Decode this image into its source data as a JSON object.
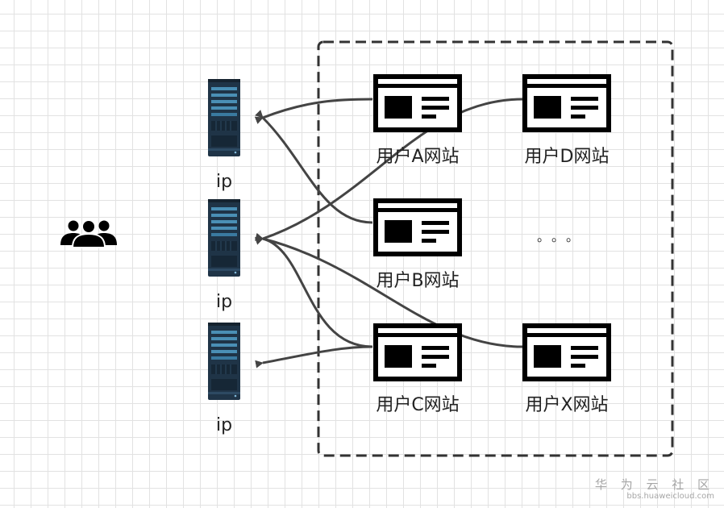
{
  "servers": [
    {
      "id": "s1",
      "label": "ip"
    },
    {
      "id": "s2",
      "label": "ip"
    },
    {
      "id": "s3",
      "label": "ip"
    }
  ],
  "sites": [
    {
      "id": "A",
      "label": "用户A网站"
    },
    {
      "id": "D",
      "label": "用户D网站"
    },
    {
      "id": "B",
      "label": "用户B网站"
    },
    {
      "id": "C",
      "label": "用户C网站"
    },
    {
      "id": "X",
      "label": "用户X网站"
    }
  ],
  "ellipsis": "。。。",
  "connections": [
    {
      "from": "A",
      "to": "s1"
    },
    {
      "from": "B",
      "to": "s1"
    },
    {
      "from": "D",
      "to": "s2"
    },
    {
      "from": "C",
      "to": "s2"
    },
    {
      "from": "X",
      "to": "s2"
    },
    {
      "from": "C",
      "to": "s3"
    }
  ],
  "icons": {
    "users": "users-group-icon",
    "server": "server-rack-icon",
    "website": "web-page-icon"
  },
  "colors": {
    "line": "#444444",
    "server_body": "#1f3447",
    "server_panel": "#4a8fb5"
  },
  "watermark": {
    "name": "华 为 云 社 区",
    "url": "bbs.huaweicloud.com"
  }
}
